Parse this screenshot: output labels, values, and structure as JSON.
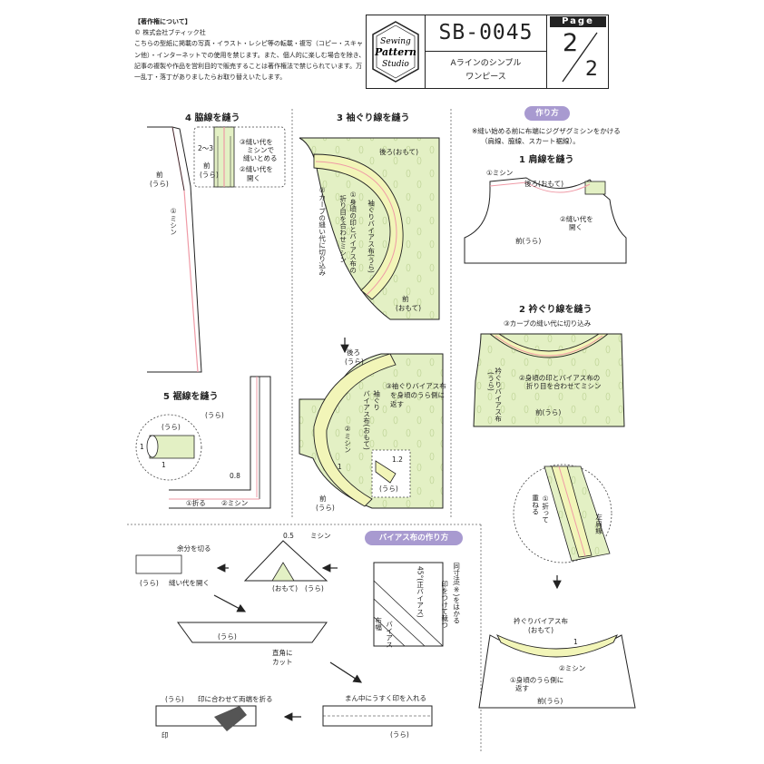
{
  "header": {
    "copyright_title": "【著作権について】",
    "copyright_company": "© 株式会社ブティック社",
    "copyright_body": "こちらの型紙に掲載の写真・イラスト・レシピ等の転載・複写（コピー・スキャン他）・インターネットでの使用を禁じます。また、個人的に楽しむ場合を除き、記事の複製や作品を営利目的で販売することは著作権法で禁じられています。万一乱丁・落丁がありましたらお取り替えいたします。",
    "logo": [
      "Sewing",
      "Pattern",
      "Studio"
    ],
    "code": "SB-0045",
    "name_line1": "Aラインのシンプル",
    "name_line2": "ワンピース",
    "page_label": "Page",
    "page_number": "2",
    "page_total": "2"
  },
  "colors": {
    "fabric": "#e3f0c4",
    "bias": "#f2f5b8",
    "seam": "#ef9aa6",
    "accent": "#a89ad0"
  },
  "howto": {
    "title": "作り方",
    "note1": "※縫い始める前に布端にジグザグミシンをかける",
    "note2": "（肩線、脇線、スカート裾線）。"
  },
  "step1": {
    "title": "1 肩線を縫う",
    "l1": "①ミシン",
    "l2": "後ろ(おもて)",
    "l3": "②縫い代を",
    "l3b": "開く",
    "l4": "前(うら)"
  },
  "step2": {
    "title": "2 衿ぐり線を縫う",
    "l1": "③カーブの縫い代に切り込み",
    "l2": "②身頃の印とバイアス布の",
    "l2b": "折り目を合わせてミシン",
    "l3": "衿ぐりバイアス布",
    "l3b": "(うら)",
    "l4": "前(うら)",
    "l5": "①折って",
    "l5b": "重ねる",
    "l6": "左肩線",
    "l7": "衿ぐりバイアス布",
    "l7b": "(おもて)",
    "l8": "1",
    "l9": "②ミシン",
    "l10": "①身頃のうら側に",
    "l10b": "返す",
    "l11": "前(うら)"
  },
  "step3": {
    "title": "3 袖ぐり線を縫う",
    "l1": "後ろ(おもて)",
    "l2": "①身頃の印とバイアス布の",
    "l2b": "折り目を合わせミシン",
    "l3": "袖ぐりバイアス布(うら)",
    "l4": "②カーブの縫い代に切り込み",
    "l5": "前",
    "l5b": "(おもて)",
    "l6": "後ろ",
    "l6b": "(うら)",
    "l7": "③袖ぐりバイアス布",
    "l7b": "を身頃のうら側に",
    "l7c": "返す",
    "l8": "袖ぐり",
    "l8b": "バイアス布(おもて)",
    "l9": "②ミシン",
    "l10": "1",
    "l11": "1.2",
    "l12": "(うら)",
    "l13": "前",
    "l13b": "(うら)"
  },
  "step4": {
    "title": "4 脇線を縫う",
    "l1": "2～3",
    "l2": "③縫い代を",
    "l2b": "ミシンで",
    "l2c": "縫いとめる",
    "l3": "前",
    "l3b": "(うら)",
    "l4": "②縫い代を",
    "l4b": "開く",
    "l5": "前",
    "l5b": "(うら)",
    "l6": "①ミシン"
  },
  "step5": {
    "title": "5 裾線を縫う",
    "l1": "(うら)",
    "l2": "(うら)",
    "l3": "1",
    "l4": "1",
    "l5": "0.8",
    "l6": "①折る",
    "l7": "②ミシン"
  },
  "bias": {
    "title": "バイアス布の作り方",
    "l1": "余分を切る",
    "l2": "(うら)",
    "l3": "縫い代を開く",
    "l4": "0.5",
    "l5": "ミシン",
    "l6": "(おもて)",
    "l7": "(うら)",
    "l8": "45°(正バイアス)",
    "l9": "布幅",
    "l10": "バイアス",
    "l11": "同寸法(※)をはかる",
    "l11b": "印をつけて裁つ",
    "l12": "(うら)",
    "l13": "直角に",
    "l13b": "カット",
    "l14": "(うら)",
    "l15": "印に合わせて両端を折る",
    "l16": "印",
    "l17": "まん中にうすく印を入れる",
    "l18": "(うら)"
  }
}
